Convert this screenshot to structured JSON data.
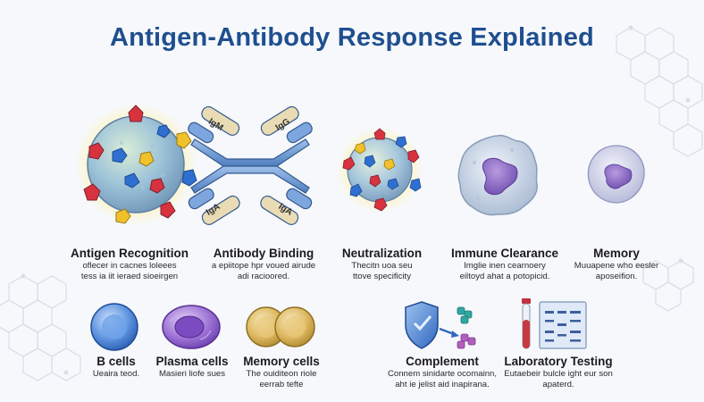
{
  "title": "Antigen-Antibody Response Explained",
  "colors": {
    "title": "#1f4f8f",
    "antigen_red": "#d9323f",
    "antigen_blue": "#2f6fd0",
    "antigen_yellow": "#f0c12b",
    "antibody_blue": "#5f8fd0",
    "plasma_purple": "#8b5ac9",
    "memory_gold": "#d9b55a"
  },
  "top_row": [
    {
      "label": "Antigen Recognition",
      "caption": [
        "oflecer in cacnes loleees",
        "tess ia iit ieraed sioeirgen"
      ],
      "icon": "antigen-virus-icon"
    },
    {
      "label": "Antibody Binding",
      "caption": [
        "a epiitope hpr voued airude",
        "adi racioored."
      ],
      "antibodies": [
        "IgM",
        "IgG",
        "IgA",
        "IgA"
      ],
      "icon": "antibody-icon"
    },
    {
      "label": "Neutralization",
      "caption": [
        "Thecitn uoa seu",
        "ttove specificity"
      ],
      "icon": "neutralized-virus-icon"
    },
    {
      "label": "Immune Clearance",
      "caption": [
        "Imglie inen cearnoery",
        "eiltoyd ahat a potopicid."
      ],
      "icon": "macrophage-icon"
    },
    {
      "label": "Memory",
      "caption": [
        "Muuapene who eesler",
        "aposeifion."
      ],
      "icon": "memory-cell-icon"
    }
  ],
  "bottom_row": [
    {
      "label": "B cells",
      "caption": [
        "Ueaira teod."
      ],
      "icon": "b-cell-icon"
    },
    {
      "label": "Plasma cells",
      "caption": [
        "Masieri liofe sues"
      ],
      "icon": "plasma-cell-icon"
    },
    {
      "label": "Memory cells",
      "caption": [
        "The ouiditeon riole",
        "eerrab tefte"
      ],
      "icon": "memory-cells-icon"
    },
    {
      "label": "Complement",
      "caption": [
        "Connem sinidarte ocomainn,",
        "aht ie jelist aid inapirana."
      ],
      "icon": "complement-shield-icon"
    },
    {
      "label": "Laboratory Testing",
      "caption": [
        "Eutaebeir bulcle ight eur son",
        "apaterd."
      ],
      "icon": "lab-test-icon"
    }
  ]
}
